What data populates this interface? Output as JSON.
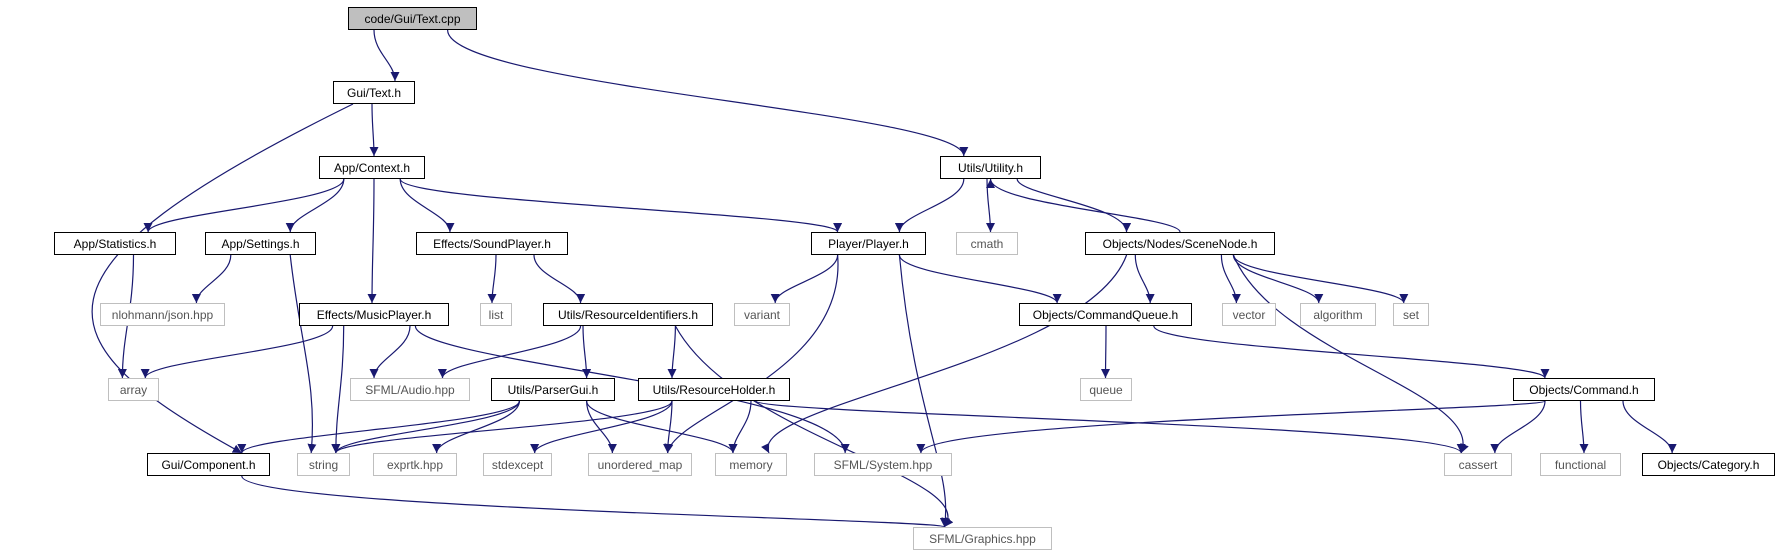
{
  "diagram": {
    "type": "include-dependency-graph",
    "colors": {
      "edge": "#191970",
      "root_fill": "#bfbfbf",
      "node_border": "#000000",
      "external_border": "#bfbfbf",
      "external_text": "#555555"
    },
    "nodes": [
      {
        "id": "n_root",
        "label": "code/Gui/Text.cpp",
        "kind": "root"
      },
      {
        "id": "n_gui_text_h",
        "label": "Gui/Text.h",
        "kind": "internal"
      },
      {
        "id": "n_context",
        "label": "App/Context.h",
        "kind": "internal"
      },
      {
        "id": "n_utility",
        "label": "Utils/Utility.h",
        "kind": "internal"
      },
      {
        "id": "n_statistics",
        "label": "App/Statistics.h",
        "kind": "internal"
      },
      {
        "id": "n_settings",
        "label": "App/Settings.h",
        "kind": "internal"
      },
      {
        "id": "n_soundplayer",
        "label": "Effects/SoundPlayer.h",
        "kind": "internal"
      },
      {
        "id": "n_player",
        "label": "Player/Player.h",
        "kind": "internal"
      },
      {
        "id": "n_cmath",
        "label": "cmath",
        "kind": "external"
      },
      {
        "id": "n_scenenode",
        "label": "Objects/Nodes/SceneNode.h",
        "kind": "internal"
      },
      {
        "id": "n_json",
        "label": "nlohmann/json.hpp",
        "kind": "external"
      },
      {
        "id": "n_list",
        "label": "list",
        "kind": "external"
      },
      {
        "id": "n_musicplayer",
        "label": "Effects/MusicPlayer.h",
        "kind": "internal"
      },
      {
        "id": "n_resid",
        "label": "Utils/ResourceIdentifiers.h",
        "kind": "internal"
      },
      {
        "id": "n_variant",
        "label": "variant",
        "kind": "external"
      },
      {
        "id": "n_cmdqueue",
        "label": "Objects/CommandQueue.h",
        "kind": "internal"
      },
      {
        "id": "n_vector",
        "label": "vector",
        "kind": "external"
      },
      {
        "id": "n_algorithm",
        "label": "algorithm",
        "kind": "external"
      },
      {
        "id": "n_set",
        "label": "set",
        "kind": "external"
      },
      {
        "id": "n_array",
        "label": "array",
        "kind": "external"
      },
      {
        "id": "n_audio",
        "label": "SFML/Audio.hpp",
        "kind": "external"
      },
      {
        "id": "n_parsergui",
        "label": "Utils/ParserGui.h",
        "kind": "internal"
      },
      {
        "id": "n_resholder",
        "label": "Utils/ResourceHolder.h",
        "kind": "internal"
      },
      {
        "id": "n_queue",
        "label": "queue",
        "kind": "external"
      },
      {
        "id": "n_command",
        "label": "Objects/Command.h",
        "kind": "internal"
      },
      {
        "id": "n_component",
        "label": "Gui/Component.h",
        "kind": "internal"
      },
      {
        "id": "n_string",
        "label": "string",
        "kind": "external"
      },
      {
        "id": "n_exprtk",
        "label": "exprtk.hpp",
        "kind": "external"
      },
      {
        "id": "n_stdexcept",
        "label": "stdexcept",
        "kind": "external"
      },
      {
        "id": "n_unordered_map",
        "label": "unordered_map",
        "kind": "external"
      },
      {
        "id": "n_memory",
        "label": "memory",
        "kind": "external"
      },
      {
        "id": "n_system",
        "label": "SFML/System.hpp",
        "kind": "external"
      },
      {
        "id": "n_cassert",
        "label": "cassert",
        "kind": "external"
      },
      {
        "id": "n_functional",
        "label": "functional",
        "kind": "external"
      },
      {
        "id": "n_category",
        "label": "Objects/Category.h",
        "kind": "internal"
      },
      {
        "id": "n_graphics",
        "label": "SFML/Graphics.hpp",
        "kind": "external"
      }
    ],
    "edges": [
      [
        "n_root",
        "n_gui_text_h"
      ],
      [
        "n_root",
        "n_utility"
      ],
      [
        "n_gui_text_h",
        "n_context"
      ],
      [
        "n_gui_text_h",
        "n_component"
      ],
      [
        "n_context",
        "n_statistics"
      ],
      [
        "n_context",
        "n_settings"
      ],
      [
        "n_context",
        "n_musicplayer"
      ],
      [
        "n_context",
        "n_soundplayer"
      ],
      [
        "n_context",
        "n_player"
      ],
      [
        "n_utility",
        "n_player"
      ],
      [
        "n_utility",
        "n_cmath"
      ],
      [
        "n_utility",
        "n_scenenode"
      ],
      [
        "n_scenenode",
        "n_utility"
      ],
      [
        "n_statistics",
        "n_array"
      ],
      [
        "n_settings",
        "n_json"
      ],
      [
        "n_settings",
        "n_string"
      ],
      [
        "n_soundplayer",
        "n_list"
      ],
      [
        "n_soundplayer",
        "n_resid"
      ],
      [
        "n_player",
        "n_variant"
      ],
      [
        "n_player",
        "n_cmdqueue"
      ],
      [
        "n_player",
        "n_unordered_map"
      ],
      [
        "n_player",
        "n_graphics"
      ],
      [
        "n_scenenode",
        "n_memory"
      ],
      [
        "n_scenenode",
        "n_cmdqueue"
      ],
      [
        "n_scenenode",
        "n_vector"
      ],
      [
        "n_scenenode",
        "n_algorithm"
      ],
      [
        "n_scenenode",
        "n_set"
      ],
      [
        "n_scenenode",
        "n_cassert"
      ],
      [
        "n_musicplayer",
        "n_array"
      ],
      [
        "n_musicplayer",
        "n_audio"
      ],
      [
        "n_musicplayer",
        "n_string"
      ],
      [
        "n_musicplayer",
        "n_system"
      ],
      [
        "n_resid",
        "n_audio"
      ],
      [
        "n_resid",
        "n_parsergui"
      ],
      [
        "n_resid",
        "n_resholder"
      ],
      [
        "n_resid",
        "n_graphics"
      ],
      [
        "n_cmdqueue",
        "n_queue"
      ],
      [
        "n_cmdqueue",
        "n_command"
      ],
      [
        "n_parsergui",
        "n_component"
      ],
      [
        "n_parsergui",
        "n_string"
      ],
      [
        "n_parsergui",
        "n_exprtk"
      ],
      [
        "n_parsergui",
        "n_unordered_map"
      ],
      [
        "n_parsergui",
        "n_memory"
      ],
      [
        "n_resholder",
        "n_string"
      ],
      [
        "n_resholder",
        "n_stdexcept"
      ],
      [
        "n_resholder",
        "n_unordered_map"
      ],
      [
        "n_resholder",
        "n_memory"
      ],
      [
        "n_resholder",
        "n_cassert"
      ],
      [
        "n_command",
        "n_system"
      ],
      [
        "n_command",
        "n_cassert"
      ],
      [
        "n_command",
        "n_functional"
      ],
      [
        "n_command",
        "n_category"
      ],
      [
        "n_component",
        "n_graphics"
      ]
    ]
  }
}
